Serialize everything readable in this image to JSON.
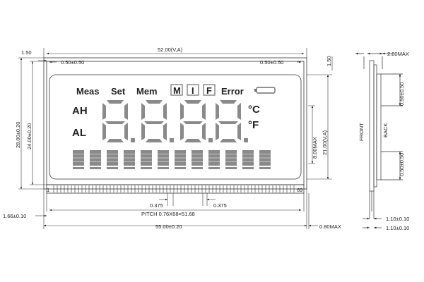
{
  "lcd": {
    "indicators": {
      "meas": "Meas",
      "set": "Set",
      "mem": "Mem",
      "box_m": "M",
      "box_i": "I",
      "box_f": "F",
      "error": "Error"
    },
    "alarm_high": "AH",
    "alarm_low": "AL",
    "units": {
      "celsius": "°C",
      "fahrenheit": "°F"
    },
    "pin_first": "1",
    "pin_last": "69"
  },
  "dimensions": {
    "top_margin": "1.50",
    "total_width_va": "52.00(V,A)",
    "va_offset_left": "0.50±0.50",
    "va_offset_right": "0.50±0.50",
    "top_margin_right": "1.50",
    "height_total": "28.00±0.20",
    "height_glass": "24.00±0.20",
    "height_va": "21.00(V,A)",
    "pin_height_max": "8.00MAX",
    "pin_width": "0.375",
    "pin_gap": "0.375",
    "pitch": "PITCH 0.76X68=51.68",
    "pin_offset": "1.66±0.10",
    "total_width": "55.00±0.20",
    "pin_overhang": "0.80MAX",
    "side_thickness": "2.80MAX",
    "side_offset_top": "0.50±0.50",
    "side_offset_bottom": "0.50±0.50",
    "side_pin_1": "1.10±0.10",
    "side_pin_2": "1.10±0.10",
    "front_label": "FRONT",
    "back_label": "BACK"
  }
}
